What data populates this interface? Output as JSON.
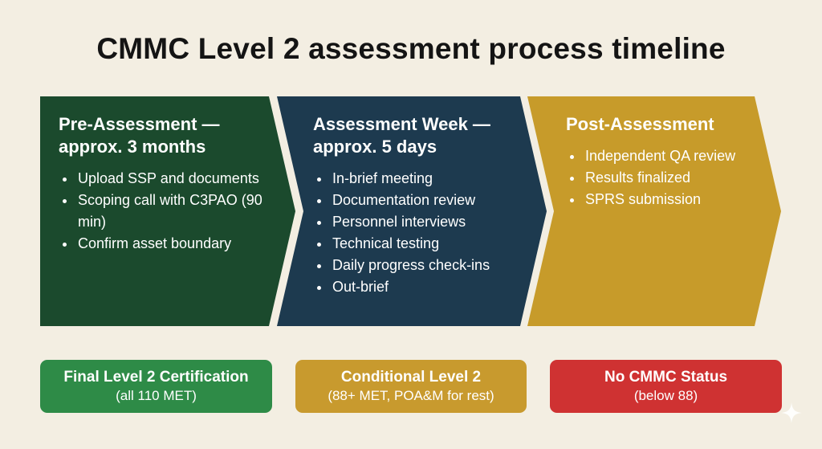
{
  "title": "CMMC Level 2 assessment process timeline",
  "colors": {
    "background": "#f3eee2",
    "pre_assessment": "#1b4a2d",
    "assessment_week": "#1d3a4f",
    "post_assessment": "#c79b2a",
    "final_certification": "#2e8b47",
    "conditional": "#c89a2e",
    "no_status": "#cf3232"
  },
  "phases": [
    {
      "heading": "Pre-Assessment — approx. 3 months",
      "items": [
        "Upload SSP and documents",
        "Scoping call with C3PAO (90 min)",
        "Confirm asset boundary"
      ]
    },
    {
      "heading": "Assessment Week — approx. 5 days",
      "items": [
        "In-brief meeting",
        "Documentation review",
        "Personnel interviews",
        "Technical testing",
        "Daily progress check-ins",
        "Out-brief"
      ]
    },
    {
      "heading": "Post-Assessment",
      "items": [
        "Independent QA review",
        "Results finalized",
        "SPRS submission"
      ]
    }
  ],
  "outcomes": [
    {
      "title": "Final Level 2 Certification",
      "subtitle": "(all 110 MET)"
    },
    {
      "title": "Conditional Level 2",
      "subtitle": "(88+ MET, POA&M for rest)"
    },
    {
      "title": "No CMMC Status",
      "subtitle": "(below 88)"
    }
  ],
  "icons": {
    "corner": "sparkle-icon"
  }
}
